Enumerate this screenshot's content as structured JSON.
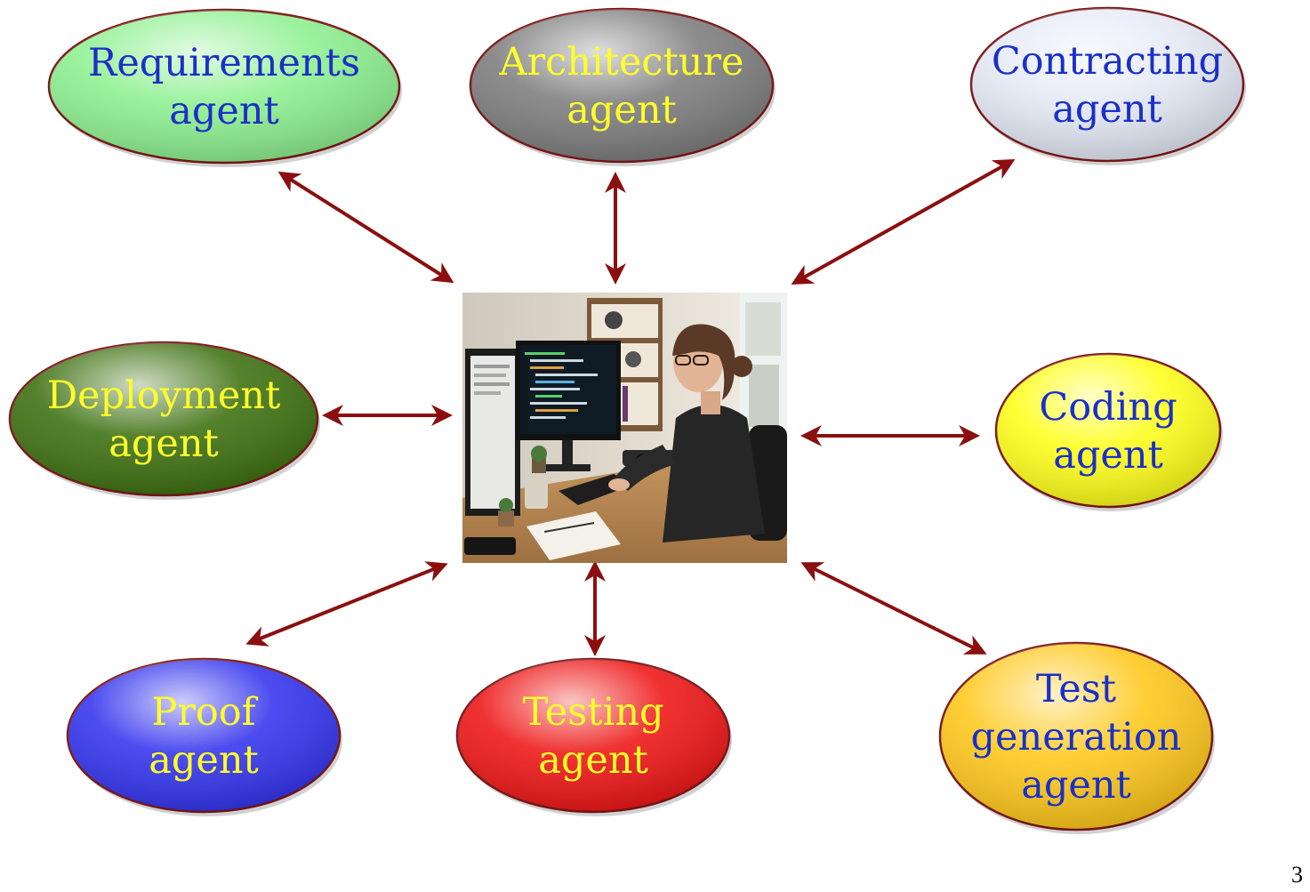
{
  "agents": [
    {
      "id": "requirements",
      "lines": [
        "Requirements",
        "agent"
      ],
      "fill": "#8df08f",
      "text_color": "#1a30c8"
    },
    {
      "id": "architecture",
      "lines": [
        "Architecture",
        "agent"
      ],
      "fill": "#7d7d7d",
      "text_color": "#ffff2a"
    },
    {
      "id": "contracting",
      "lines": [
        "Contracting",
        "agent"
      ],
      "fill": "#e4e9f6",
      "text_color": "#1a30c8"
    },
    {
      "id": "deployment",
      "lines": [
        "Deployment",
        "agent"
      ],
      "fill": "#3d7010",
      "text_color": "#ffff2a"
    },
    {
      "id": "coding",
      "lines": [
        "Coding",
        "agent"
      ],
      "fill": "#ffff1a",
      "text_color": "#1a30c8"
    },
    {
      "id": "proof",
      "lines": [
        "Proof",
        "agent"
      ],
      "fill": "#3333ee",
      "text_color": "#ffff2a"
    },
    {
      "id": "testing",
      "lines": [
        "Testing",
        "agent"
      ],
      "fill": "#ee1515",
      "text_color": "#ffff2a"
    },
    {
      "id": "test-generation",
      "lines": [
        "Test",
        "generation",
        "agent"
      ],
      "fill": "#ffc81a",
      "text_color": "#1a30c8"
    }
  ],
  "center_image": {
    "description": "developer-at-desk-photo"
  },
  "arrow_color": "#8b0f0f",
  "ellipse_border_color": "#7a1515",
  "page_number": "3"
}
